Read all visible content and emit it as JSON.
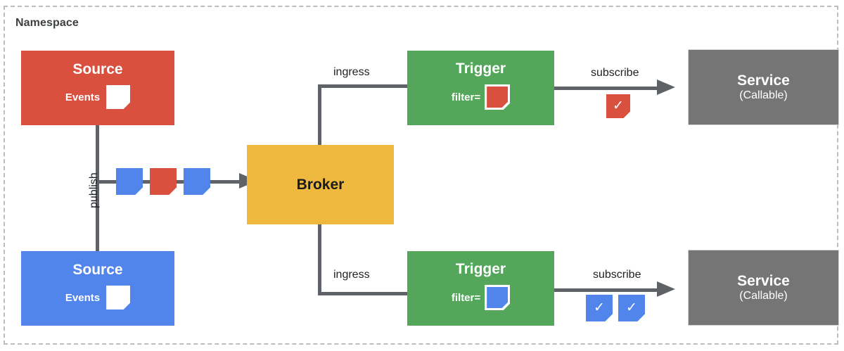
{
  "namespace": {
    "label": "Namespace",
    "border_color": "#bdbdbd",
    "style": "dashed"
  },
  "palette": {
    "red": "#d9503f",
    "blue": "#5185ec",
    "green": "#53a65a",
    "yellow": "#efb93f",
    "gray": "#757575",
    "line": "#5f6368",
    "text_dark": "#202124",
    "white": "#ffffff"
  },
  "nodes": {
    "source_red": {
      "title": "Source",
      "events_label": "Events",
      "color": "#d9503f",
      "event_icon": "envelope-icon"
    },
    "source_blue": {
      "title": "Source",
      "events_label": "Events",
      "color": "#5185ec",
      "event_icon": "envelope-icon"
    },
    "broker": {
      "title": "Broker",
      "color": "#efb93f"
    },
    "trigger_top": {
      "title": "Trigger",
      "filter_label": "filter=",
      "filter_color": "#d9503f",
      "color": "#53a65a",
      "filter_icon": "envelope-icon"
    },
    "trigger_bottom": {
      "title": "Trigger",
      "filter_label": "filter=",
      "filter_color": "#5185ec",
      "color": "#53a65a",
      "filter_icon": "envelope-icon"
    },
    "service_top": {
      "title": "Service",
      "subtitle": "(Callable)",
      "color": "#757575"
    },
    "service_bottom": {
      "title": "Service",
      "subtitle": "(Callable)",
      "color": "#757575"
    }
  },
  "edges": {
    "publish": "publish",
    "ingress_top": "ingress",
    "ingress_bottom": "ingress",
    "subscribe_top": "subscribe",
    "subscribe_bottom": "subscribe"
  },
  "event_stream": {
    "items": [
      {
        "color": "#5185ec",
        "icon": "envelope-icon"
      },
      {
        "color": "#d9503f",
        "icon": "envelope-icon"
      },
      {
        "color": "#5185ec",
        "icon": "envelope-icon"
      }
    ]
  },
  "delivered_top": {
    "items": [
      {
        "color": "#d9503f",
        "icon": "envelope-check-icon",
        "glyph": "✓"
      }
    ]
  },
  "delivered_bottom": {
    "items": [
      {
        "color": "#5185ec",
        "icon": "envelope-check-icon",
        "glyph": "✓"
      },
      {
        "color": "#5185ec",
        "icon": "envelope-check-icon",
        "glyph": "✓"
      }
    ]
  }
}
